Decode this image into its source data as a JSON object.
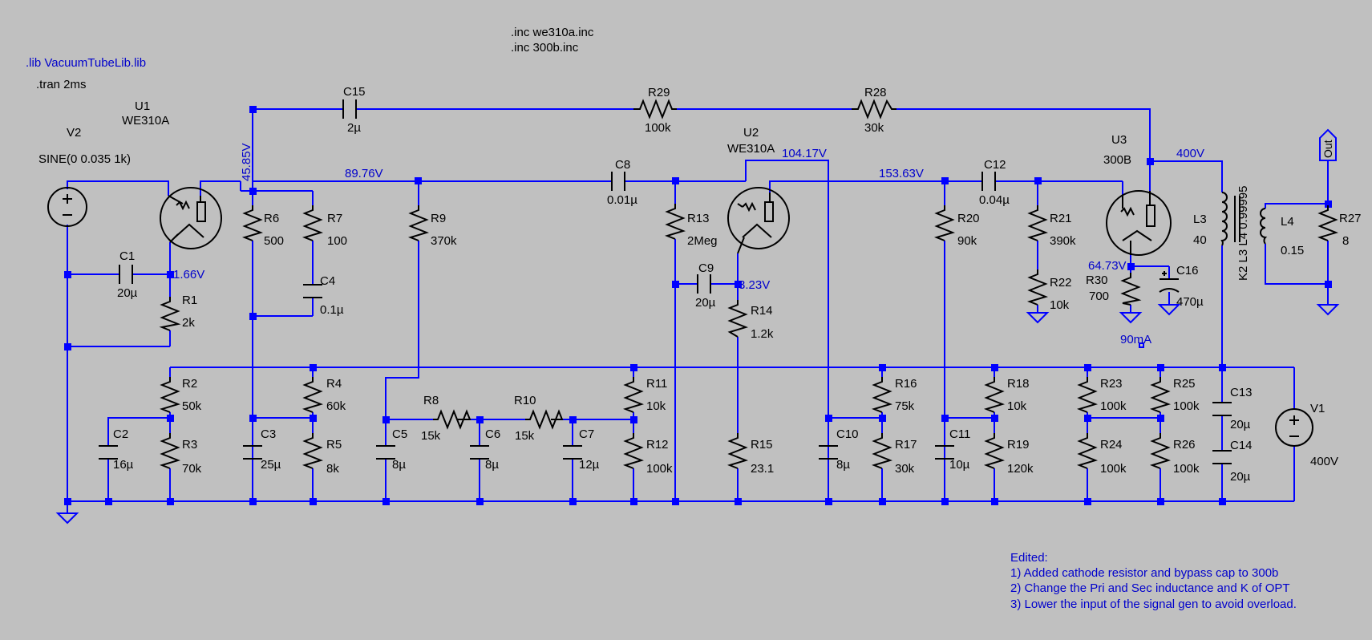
{
  "directives": {
    "lib": ".lib VacuumTubeLib.lib",
    "tran": ".tran 2ms",
    "inc1": ".inc we310a.inc",
    "inc2": ".inc 300b.inc"
  },
  "notes": {
    "title": "Edited:",
    "line1": "1) Added cathode resistor and bypass cap to 300b",
    "line2": "2) Change the Pri and Sec inductance and K of OPT",
    "line3": "3) Lower the input of the signal gen to avoid overload."
  },
  "voltages": {
    "v1": "45.85V",
    "v2": "89.76V",
    "v3": "104.17V",
    "v4": "153.63V",
    "v5": "400V",
    "v6": "1.66V",
    "v7": "3.23V",
    "v8": "64.73V",
    "i1": "90mA"
  },
  "tubes": {
    "u1": {
      "name": "U1",
      "model": "WE310A"
    },
    "u2": {
      "name": "U2",
      "model": "WE310A"
    },
    "u3": {
      "name": "U3",
      "model": "300B"
    }
  },
  "sources": {
    "v2": {
      "name": "V2",
      "value": "SINE(0 0.035 1k)"
    },
    "v1": {
      "name": "V1",
      "value": "400V"
    }
  },
  "transformer": {
    "k": "K2 L3 L4 0.99995",
    "l3": "L3",
    "l3v": "40",
    "l4": "L4",
    "l4v": "0.15"
  },
  "out_label": "Out",
  "parts": {
    "c15": [
      "C15",
      "2µ"
    ],
    "r29": [
      "R29",
      "100k"
    ],
    "r28": [
      "R28",
      "30k"
    ],
    "r6": [
      "R6",
      "500"
    ],
    "r7": [
      "R7",
      "100"
    ],
    "c4": [
      "C4",
      "0.1µ"
    ],
    "r9": [
      "R9",
      "370k"
    ],
    "c8": [
      "C8",
      "0.01µ"
    ],
    "r13": [
      "R13",
      "2Meg"
    ],
    "c9": [
      "C9",
      "20µ"
    ],
    "r14": [
      "R14",
      "1.2k"
    ],
    "c12": [
      "C12",
      "0.04µ"
    ],
    "r20": [
      "R20",
      "90k"
    ],
    "r21": [
      "R21",
      "390k"
    ],
    "r22": [
      "R22",
      "10k"
    ],
    "r30": [
      "R30",
      "700"
    ],
    "c16": [
      "C16",
      "470µ"
    ],
    "r27": [
      "R27",
      "8"
    ],
    "c1": [
      "C1",
      "20µ"
    ],
    "r1": [
      "R1",
      "2k"
    ],
    "r2": [
      "R2",
      "50k"
    ],
    "r3": [
      "R3",
      "70k"
    ],
    "c2": [
      "C2",
      "16µ"
    ],
    "c3": [
      "C3",
      "25µ"
    ],
    "r4": [
      "R4",
      "60k"
    ],
    "r5": [
      "R5",
      "8k"
    ],
    "c5": [
      "C5",
      "8µ"
    ],
    "r8": [
      "R8",
      "15k"
    ],
    "c6": [
      "C6",
      "8µ"
    ],
    "r10": [
      "R10",
      "15k"
    ],
    "c7": [
      "C7",
      "12µ"
    ],
    "r11": [
      "R11",
      "10k"
    ],
    "r12": [
      "R12",
      "100k"
    ],
    "r15": [
      "R15",
      "23.1"
    ],
    "c10": [
      "C10",
      "8µ"
    ],
    "r16": [
      "R16",
      "75k"
    ],
    "r17": [
      "R17",
      "30k"
    ],
    "c11": [
      "C11",
      "10µ"
    ],
    "r18": [
      "R18",
      "10k"
    ],
    "r19": [
      "R19",
      "120k"
    ],
    "r23": [
      "R23",
      "100k"
    ],
    "r24": [
      "R24",
      "100k"
    ],
    "r25": [
      "R25",
      "100k"
    ],
    "r26": [
      "R26",
      "100k"
    ],
    "c13": [
      "C13",
      "20µ"
    ],
    "c14": [
      "C14",
      "20µ"
    ]
  },
  "colors": {
    "wire": "#0000ff",
    "background": "#c0c0c0",
    "component": "#000000",
    "text": "#000000",
    "annotation": "#0000cc"
  }
}
